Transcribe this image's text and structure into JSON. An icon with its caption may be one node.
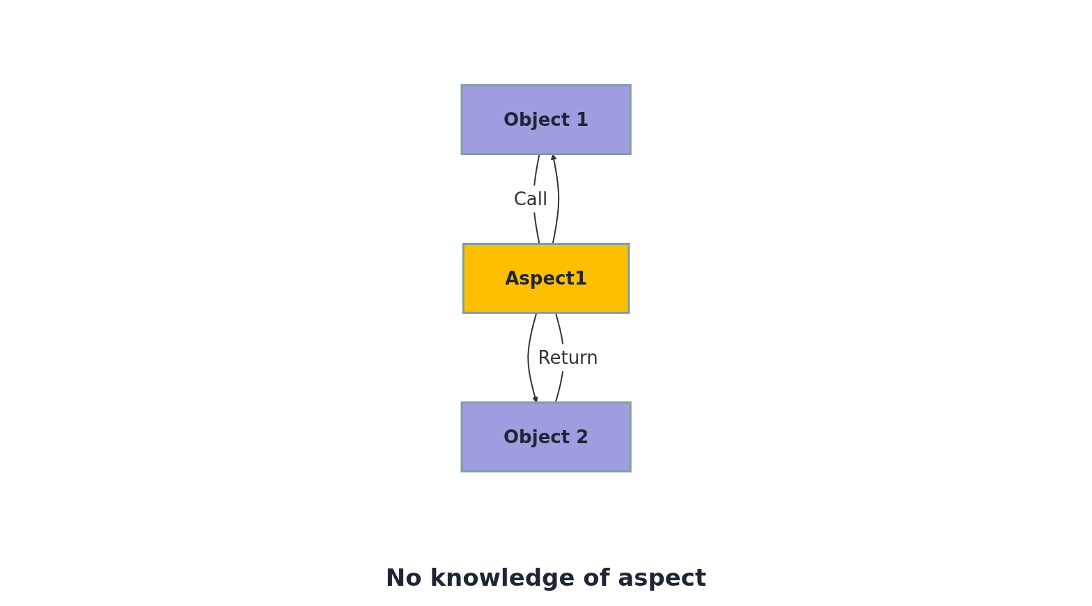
{
  "diagram": {
    "nodes": [
      {
        "text": [
          "Object 1"
        ]
      },
      {
        "text": [
          "Aspect1"
        ]
      },
      {
        "text": [
          "Object 2"
        ]
      }
    ],
    "edges": [
      {
        "from": 0,
        "to": 1,
        "arrow": "none",
        "label": "Call"
      },
      {
        "from": 1,
        "to": 2,
        "arrow": "to"
      },
      {
        "from": 2,
        "to": 1,
        "arrow": "none",
        "label": "Return"
      },
      {
        "from": 1,
        "to": 0,
        "arrow": "to"
      }
    ],
    "labels": [
      "No knowledge of aspect"
    ]
  }
}
